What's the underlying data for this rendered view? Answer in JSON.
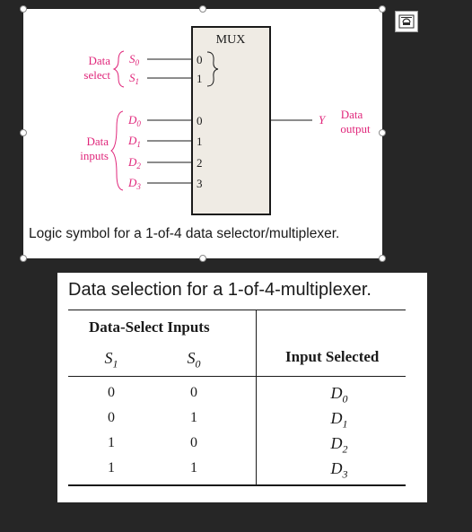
{
  "figure": {
    "mux_label": "MUX",
    "data_select_label": [
      "Data",
      "select"
    ],
    "data_inputs_label": [
      "Data",
      "inputs"
    ],
    "data_output_label": [
      "Data",
      "output"
    ],
    "select_signals": [
      "S0",
      "S1"
    ],
    "select_pins": [
      "0",
      "1"
    ],
    "input_signals": [
      "D0",
      "D1",
      "D2",
      "D3"
    ],
    "input_pins": [
      "0",
      "1",
      "2",
      "3"
    ],
    "output_signal": "Y",
    "caption": "Logic symbol for a 1-of-4 data selector/multiplexer.",
    "label_color": "#e0277b",
    "box_fill": "#efebe4"
  },
  "table": {
    "caption": "Data selection for a 1-of-4-multiplexer.",
    "group_header": "Data-Select Inputs",
    "col_s1": "S1",
    "col_s0": "S0",
    "col_selected": "Input Selected",
    "rows": [
      {
        "s1": "0",
        "s0": "0",
        "selected": "D0"
      },
      {
        "s1": "0",
        "s0": "1",
        "selected": "D1"
      },
      {
        "s1": "1",
        "s0": "0",
        "selected": "D2"
      },
      {
        "s1": "1",
        "s0": "1",
        "selected": "D3"
      }
    ]
  },
  "toolbar": {
    "icon": "image-alt-text-icon"
  }
}
